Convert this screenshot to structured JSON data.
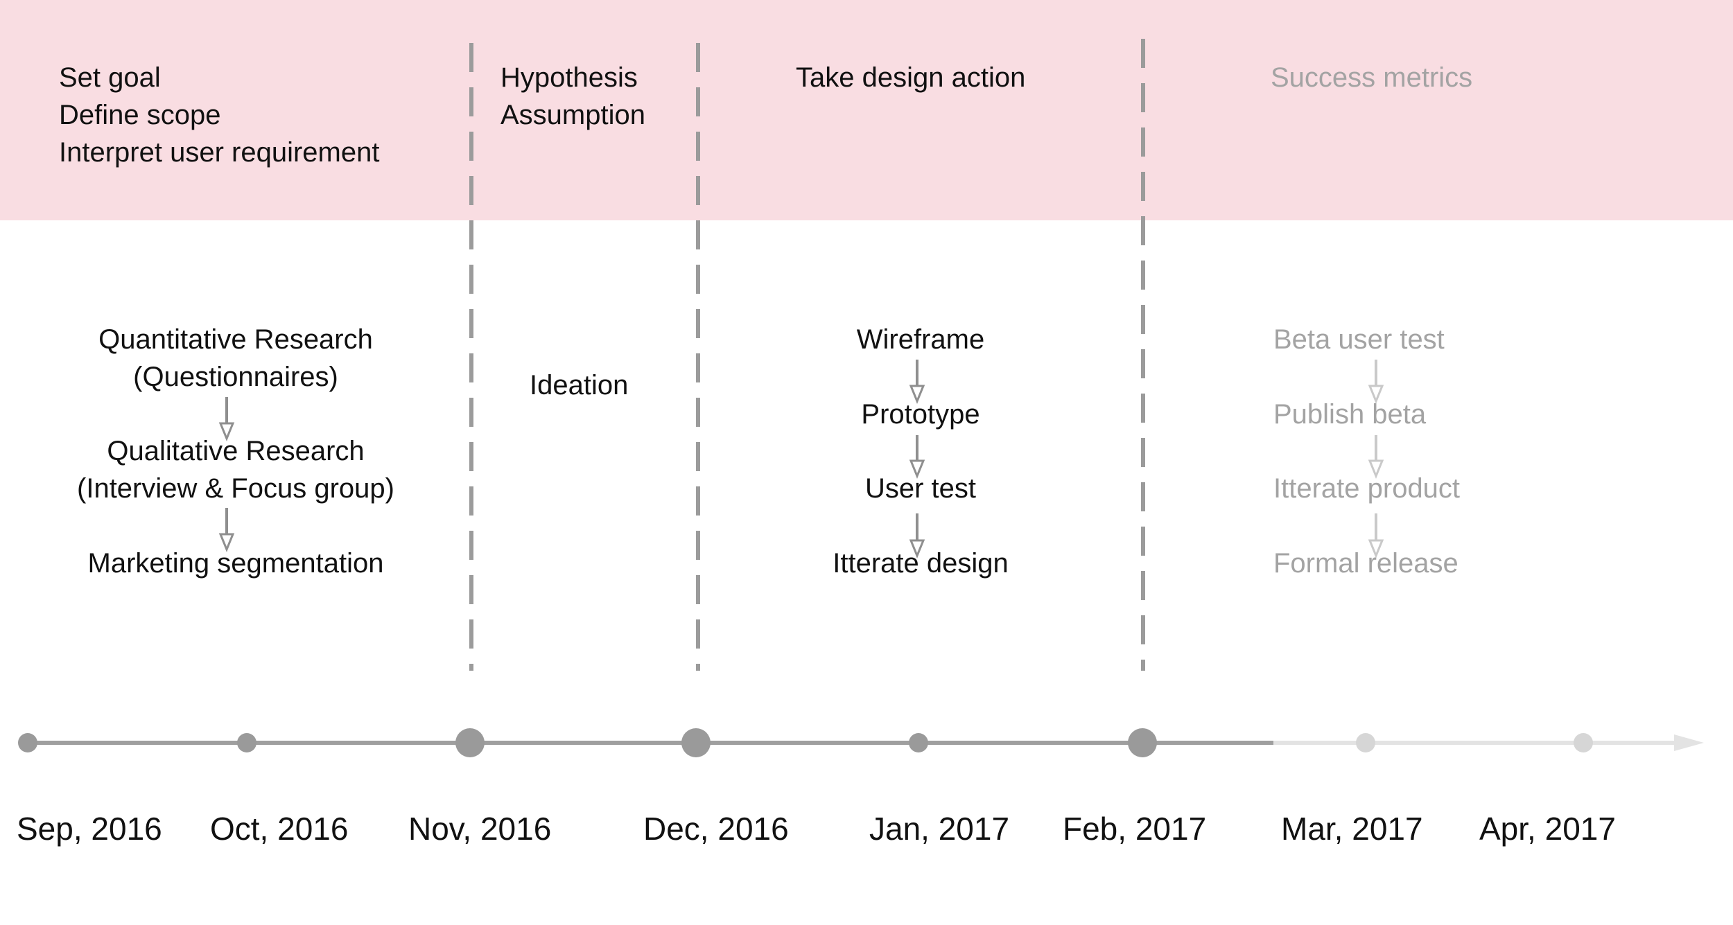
{
  "colors": {
    "band": "#f9dde2",
    "divider": "#9b9b9b",
    "arrow_active": "#8f8f8f",
    "arrow_dim": "#c9c9c9",
    "timeline_active": "#9f9f9f",
    "timeline_future": "#e3e3e3",
    "text": "#111111",
    "text_dim": "#a3a3a3"
  },
  "phases": [
    {
      "lines": [
        "Set goal",
        "Define scope",
        "Interpret user requirement"
      ]
    },
    {
      "lines": [
        "Hypothesis",
        "Assumption"
      ]
    },
    {
      "lines": [
        "Take design action"
      ]
    },
    {
      "lines": [
        "Success metrics"
      ],
      "dim": true
    }
  ],
  "activities": {
    "research": {
      "steps": [
        [
          "Quantitative Research",
          "(Questionnaires)"
        ],
        [
          "Qualitative Research",
          "(Interview & Focus group)"
        ],
        [
          "Marketing segmentation"
        ]
      ]
    },
    "ideation": {
      "label": "Ideation"
    },
    "design": {
      "steps": [
        "Wireframe",
        "Prototype",
        "User test",
        "Itterate design"
      ]
    },
    "release": {
      "steps": [
        "Beta user test",
        "Publish beta",
        "Itterate product",
        "Formal release"
      ],
      "dim": true
    }
  },
  "timeline": {
    "months": [
      {
        "label": "Sep, 2016",
        "future": false,
        "milestone": false
      },
      {
        "label": "Oct, 2016",
        "future": false,
        "milestone": false
      },
      {
        "label": "Nov, 2016",
        "future": false,
        "milestone": true
      },
      {
        "label": "Dec, 2016",
        "future": false,
        "milestone": true
      },
      {
        "label": "Jan, 2017",
        "future": false,
        "milestone": false
      },
      {
        "label": "Feb, 2017",
        "future": false,
        "milestone": true
      },
      {
        "label": "Mar, 2017",
        "future": true,
        "milestone": false
      },
      {
        "label": "Apr, 2017",
        "future": true,
        "milestone": false
      }
    ]
  }
}
